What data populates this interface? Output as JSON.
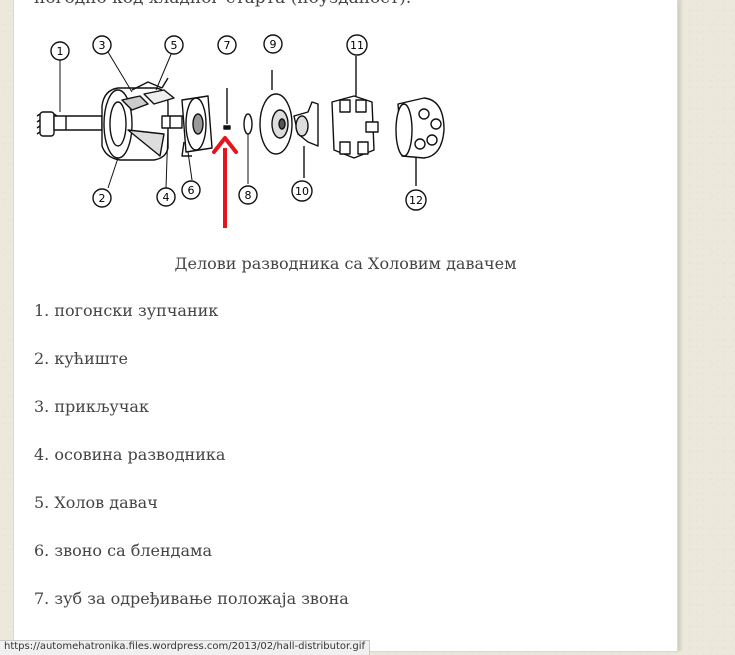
{
  "article": {
    "intro_text": "погодно код хладног старта (поузданост).",
    "caption": "Делови разводника са Холовим давачем",
    "parts": [
      "1. погонски зупчаник",
      "2. кућиште",
      "3. прикључак",
      "4. осовина разводника",
      "5. Холов давач",
      "6. звоно са блендама",
      "7. зуб за одређивање положаја звона"
    ]
  },
  "diagram": {
    "callouts": [
      "1",
      "2",
      "3",
      "4",
      "5",
      "6",
      "7",
      "8",
      "9",
      "10",
      "11",
      "12"
    ],
    "arrow_color": "#e8141c"
  },
  "status_bar": {
    "url": "https://automehatronika.files.wordpress.com/2013/02/hall-distributor.gif"
  }
}
